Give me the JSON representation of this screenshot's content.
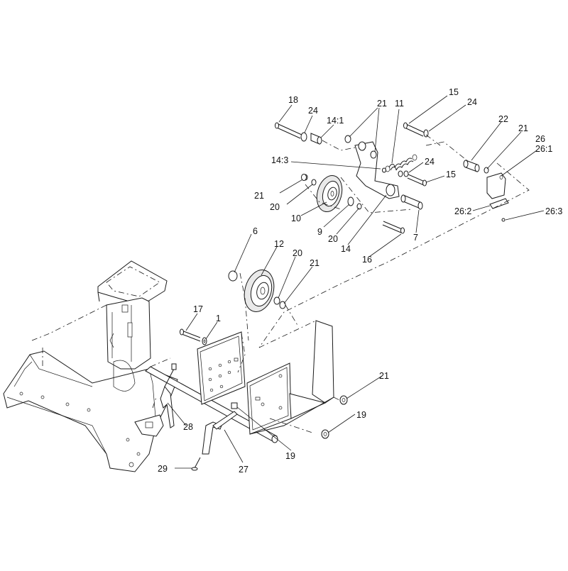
{
  "callouts": [
    {
      "id": "c18",
      "text": "18"
    },
    {
      "id": "c24a",
      "text": "24"
    },
    {
      "id": "c14_1",
      "text": "14:1"
    },
    {
      "id": "c21a",
      "text": "21"
    },
    {
      "id": "c11",
      "text": "11"
    },
    {
      "id": "c15a",
      "text": "15"
    },
    {
      "id": "c24b",
      "text": "24"
    },
    {
      "id": "c22",
      "text": "22"
    },
    {
      "id": "c21b",
      "text": "21"
    },
    {
      "id": "c26",
      "text": "26"
    },
    {
      "id": "c26_1",
      "text": "26:1"
    },
    {
      "id": "c14_3",
      "text": "14:3"
    },
    {
      "id": "c24c",
      "text": "24"
    },
    {
      "id": "c15b",
      "text": "15"
    },
    {
      "id": "c21c",
      "text": "21"
    },
    {
      "id": "c20a",
      "text": "20"
    },
    {
      "id": "c10",
      "text": "10"
    },
    {
      "id": "c9",
      "text": "9"
    },
    {
      "id": "c20b",
      "text": "20"
    },
    {
      "id": "c14",
      "text": "14"
    },
    {
      "id": "c7",
      "text": "7"
    },
    {
      "id": "c26_2",
      "text": "26:2"
    },
    {
      "id": "c26_3",
      "text": "26:3"
    },
    {
      "id": "c16",
      "text": "16"
    },
    {
      "id": "c6",
      "text": "6"
    },
    {
      "id": "c12",
      "text": "12"
    },
    {
      "id": "c20c",
      "text": "20"
    },
    {
      "id": "c21d",
      "text": "21"
    },
    {
      "id": "c17",
      "text": "17"
    },
    {
      "id": "c1",
      "text": "1"
    },
    {
      "id": "c21e",
      "text": "21"
    },
    {
      "id": "c19a",
      "text": "19"
    },
    {
      "id": "c28",
      "text": "28"
    },
    {
      "id": "c19b",
      "text": "19"
    },
    {
      "id": "c29",
      "text": "29"
    },
    {
      "id": "c27",
      "text": "27"
    }
  ]
}
